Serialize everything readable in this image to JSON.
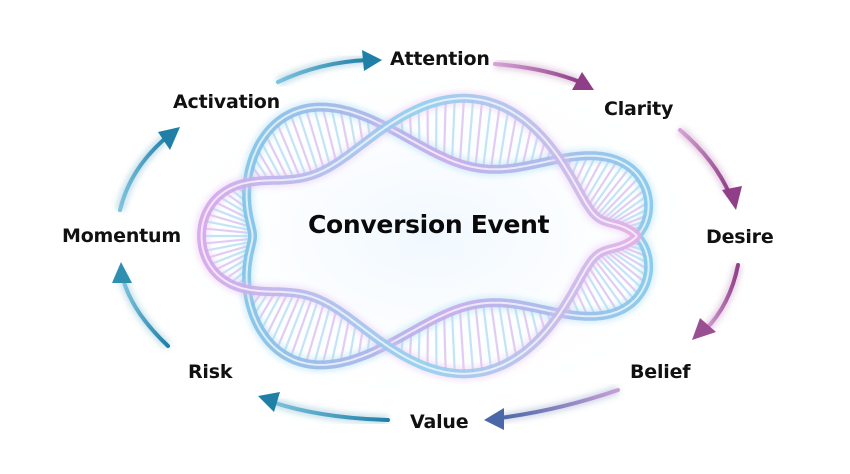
{
  "center": {
    "title": "Conversion Event"
  },
  "stages": [
    {
      "key": "attention",
      "label": "Attention"
    },
    {
      "key": "clarity",
      "label": "Clarity"
    },
    {
      "key": "desire",
      "label": "Desire"
    },
    {
      "key": "belief",
      "label": "Belief"
    },
    {
      "key": "value",
      "label": "Value"
    },
    {
      "key": "risk",
      "label": "Risk"
    },
    {
      "key": "momentum",
      "label": "Momentum"
    },
    {
      "key": "activation",
      "label": "Activation"
    }
  ],
  "colors": {
    "teal_arrow": "#2f8fb0",
    "purple_arrow": "#9b4f93",
    "helix_blue": "#8fcdea",
    "helix_pink": "#e9b8e8",
    "text": "#111111"
  },
  "icons": [
    "dna-helix-ring",
    "arrow-curved-icon"
  ]
}
